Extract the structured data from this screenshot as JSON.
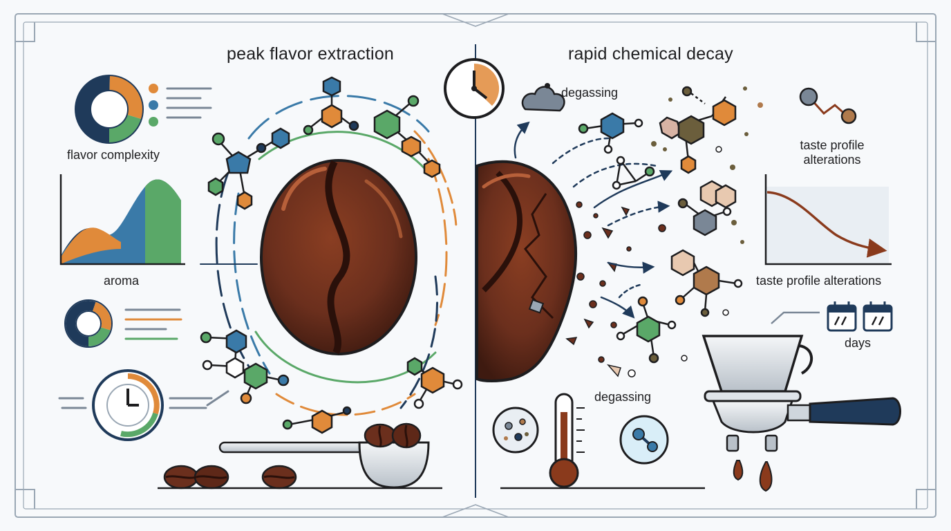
{
  "left_panel": {
    "title": "peak flavor extraction",
    "labels": {
      "flavor_complexity": "flavor complexity",
      "aroma": "aroma"
    }
  },
  "right_panel": {
    "title": "rapid chemical decay",
    "labels": {
      "degassing_top": "degassing",
      "taste_profile_top_line1": "taste profile",
      "taste_profile_top_line2": "alterations",
      "taste_profile_chart": "taste profile alterations",
      "days": "days",
      "degassing_bottom": "degassing"
    }
  },
  "colors": {
    "navy": "#1f3a5a",
    "blue": "#3a7aa8",
    "orange": "#e08a3a",
    "green": "#5aa868",
    "bean": "#6b2f1d",
    "bean_dark": "#3e1a10",
    "frame": "#9aa7b4",
    "ink": "#1d1d1f",
    "decay_arrow": "#8a3a1c"
  },
  "icons": [
    "clock-icon",
    "cloud-icon",
    "thermometer-icon",
    "calendar-icon",
    "molecule-icon",
    "petri-dish-icon",
    "portafilter-icon",
    "scoop-icon",
    "donut-chart-icon",
    "stopwatch-icon"
  ]
}
